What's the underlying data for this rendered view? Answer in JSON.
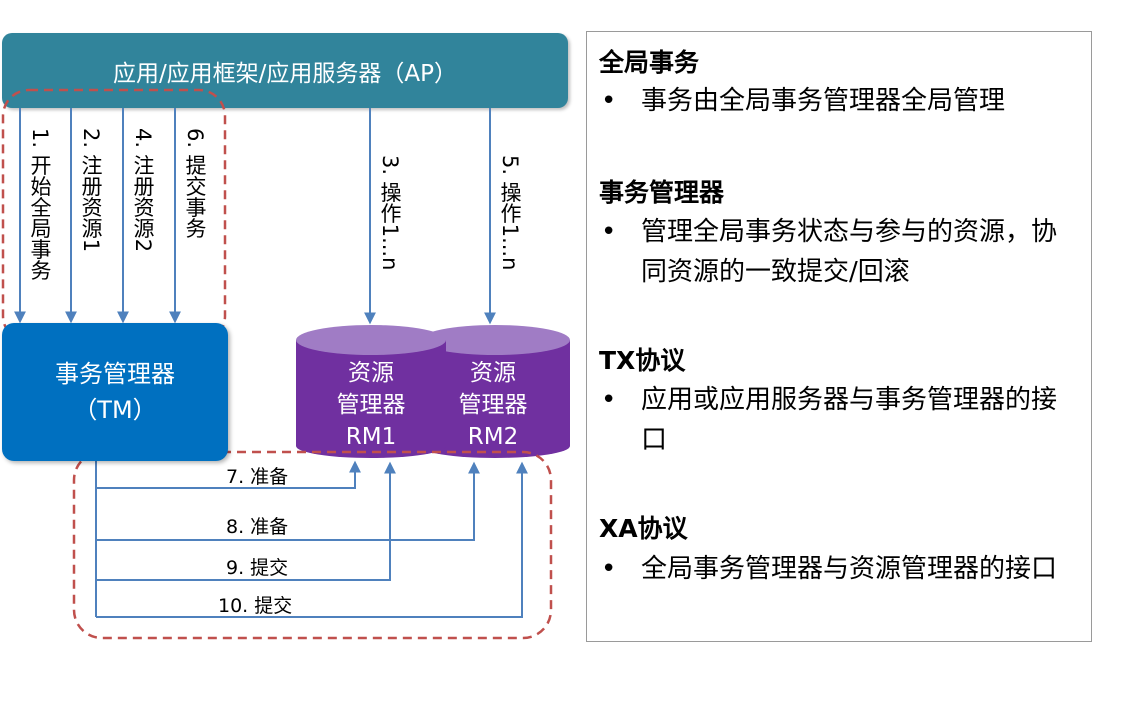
{
  "diagram": {
    "ap_label": "应用/应用框架/应用服务器（AP）",
    "tm_label_line1": "事务管理器",
    "tm_label_line2": "（TM）",
    "rm1": {
      "line1": "资源",
      "line2": "管理器",
      "line3": "RM1"
    },
    "rm2": {
      "line1": "资源",
      "line2": "管理器",
      "line3": "RM2"
    },
    "vertical_steps": [
      "1. 开始全局事务",
      "2. 注册资源1",
      "4. 注册资源2",
      "6. 提交事务",
      "3. 操作1...n",
      "5. 操作1...n"
    ],
    "horizontal_steps": [
      "7. 准备",
      "8. 准备",
      "9. 提交",
      "10. 提交"
    ],
    "colors": {
      "ap": "#31849b",
      "tm": "#0070c0",
      "rm_body": "#7030a0",
      "rm_top": "#a07cc5",
      "arrow": "#4f81bd",
      "dashed": "#c0504d"
    }
  },
  "panel": {
    "sections": [
      {
        "title": "全局事务",
        "bullets": [
          "事务由全局事务管理器全局管理"
        ]
      },
      {
        "title": "事务管理器",
        "bullets": [
          "管理全局事务状态与参与的资源，协同资源的一致提交/回滚"
        ]
      },
      {
        "title": "TX协议",
        "bullets": [
          "应用或应用服务器与事务管理器的接口"
        ]
      },
      {
        "title": "XA协议",
        "bullets": [
          "全局事务管理器与资源管理器的接口"
        ]
      }
    ],
    "bullet_symbol": "•"
  }
}
